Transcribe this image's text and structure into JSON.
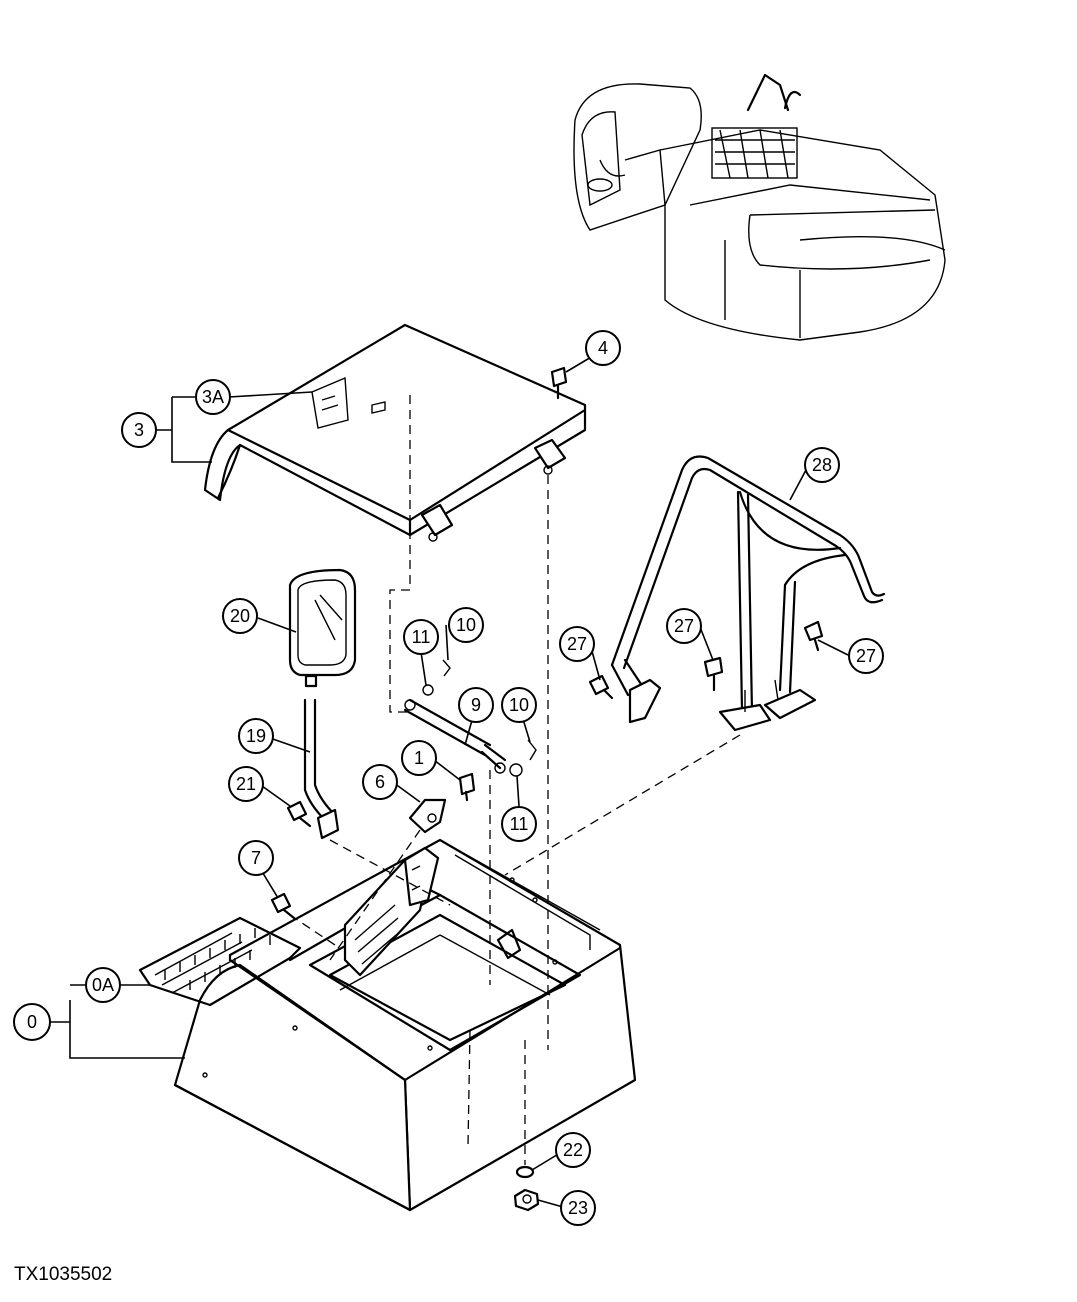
{
  "figure_id": "TX1035502",
  "callouts": [
    "0",
    "0A",
    "1",
    "3",
    "3A",
    "4",
    "6",
    "7",
    "9",
    "10",
    "10",
    "11",
    "11",
    "19",
    "20",
    "21",
    "22",
    "23",
    "27",
    "27",
    "27",
    "28"
  ]
}
